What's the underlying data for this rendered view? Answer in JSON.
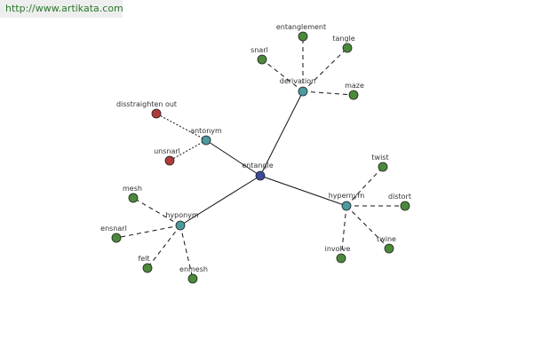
{
  "watermark": "http://www.artikata.com",
  "center": {
    "id": "entangle",
    "label": "entangle",
    "color": "#3a4a9a"
  },
  "hubs": [
    {
      "id": "derivation",
      "label": "derivation",
      "color": "#4a9aa0"
    },
    {
      "id": "antonym",
      "label": "antonym",
      "color": "#4a9aa0"
    },
    {
      "id": "hypernym",
      "label": "hypernym",
      "color": "#4a9aa0"
    },
    {
      "id": "hyponym",
      "label": "hyponym",
      "color": "#4a9aa0"
    }
  ],
  "leaves": [
    {
      "id": "entanglement",
      "label": "entanglement",
      "parent": "derivation",
      "color": "#4a8a3a"
    },
    {
      "id": "snarl",
      "label": "snarl",
      "parent": "derivation",
      "color": "#4a8a3a"
    },
    {
      "id": "tangle",
      "label": "tangle",
      "parent": "derivation",
      "color": "#4a8a3a"
    },
    {
      "id": "maze",
      "label": "maze",
      "parent": "derivation",
      "color": "#4a8a3a"
    },
    {
      "id": "disstraighten-out",
      "label": "disstraighten out",
      "parent": "antonym",
      "color": "#b03a3a"
    },
    {
      "id": "unsnarl",
      "label": "unsnarl",
      "parent": "antonym",
      "color": "#b03a3a"
    },
    {
      "id": "twist",
      "label": "twist",
      "parent": "hypernym",
      "color": "#4a8a3a"
    },
    {
      "id": "distort",
      "label": "distort",
      "parent": "hypernym",
      "color": "#4a8a3a"
    },
    {
      "id": "twine",
      "label": "twine",
      "parent": "hypernym",
      "color": "#4a8a3a"
    },
    {
      "id": "involve",
      "label": "involve",
      "parent": "hypernym",
      "color": "#4a8a3a"
    },
    {
      "id": "mesh",
      "label": "mesh",
      "parent": "hyponym",
      "color": "#4a8a3a"
    },
    {
      "id": "ensnarl",
      "label": "ensnarl",
      "parent": "hyponym",
      "color": "#4a8a3a"
    },
    {
      "id": "felt",
      "label": "felt",
      "parent": "hyponym",
      "color": "#4a8a3a"
    },
    {
      "id": "enmesh",
      "label": "enmesh",
      "parent": "hyponym",
      "color": "#4a8a3a"
    }
  ]
}
